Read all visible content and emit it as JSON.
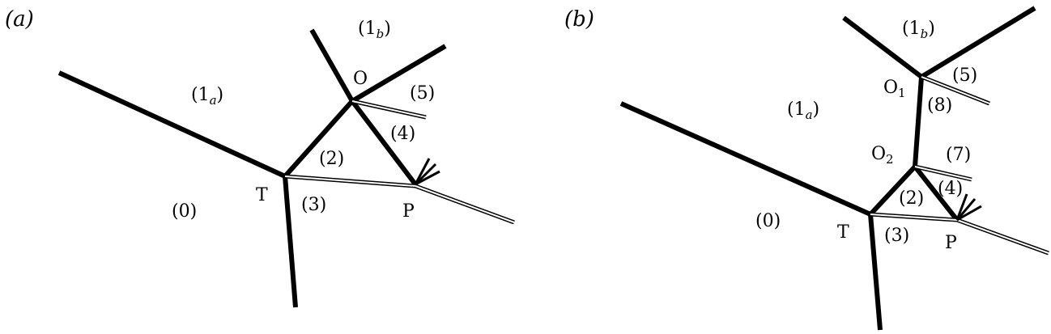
{
  "panels": [
    {
      "id": "a",
      "panel_label": "(a)",
      "points": {
        "T": "T",
        "O": "O",
        "P": "P"
      },
      "regions": {
        "r0": "(0)",
        "r1a_base": "(1",
        "r1a_sub": "a",
        "r1a_close": ")",
        "r1b_base": "(1",
        "r1b_sub": "b",
        "r1b_close": ")",
        "r2": "(2)",
        "r3": "(3)",
        "r4": "(4)",
        "r5": "(5)"
      }
    },
    {
      "id": "b",
      "panel_label": "(b)",
      "points": {
        "T": "T",
        "O1_base": "O",
        "O1_sub": "1",
        "O2_base": "O",
        "O2_sub": "2",
        "P": "P"
      },
      "regions": {
        "r0": "(0)",
        "r1a_base": "(1",
        "r1a_sub": "a",
        "r1a_close": ")",
        "r1b_base": "(1",
        "r1b_sub": "b",
        "r1b_close": ")",
        "r2": "(2)",
        "r3": "(3)",
        "r4": "(4)",
        "r5": "(5)",
        "r7": "(7)",
        "r8": "(8)"
      }
    }
  ]
}
